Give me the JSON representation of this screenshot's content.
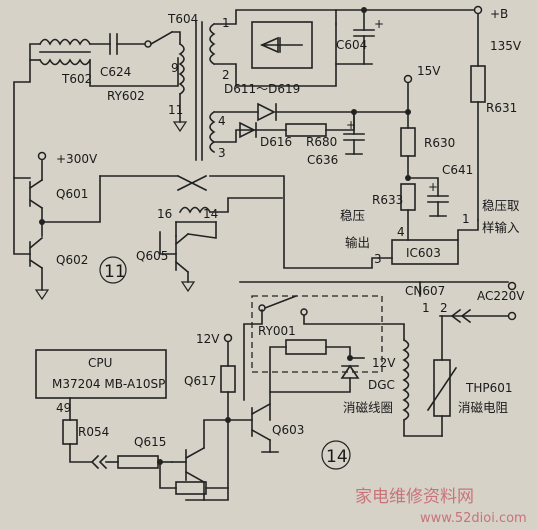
{
  "labels": {
    "t602": "T602",
    "c624": "C624",
    "ry602": "RY602",
    "t604": "T604",
    "pin1": "1",
    "pin2": "2",
    "pin9": "9",
    "pin11": "11",
    "pin4": "4",
    "pin3": "3",
    "pin16": "16",
    "pin14": "14",
    "c604": "C604",
    "b_plus": "+B",
    "v135": "135V",
    "r631": "R631",
    "v15": "15V",
    "d611_619": "D611～D619",
    "d616": "D616",
    "r680": "R680",
    "c636": "C636",
    "r630": "R630",
    "c641": "C641",
    "r633": "R633",
    "plus300v": "+300V",
    "q601": "Q601",
    "q602": "Q602",
    "q605": "Q605",
    "circle11": "11",
    "ic603": "IC603",
    "ic_pin4": "4",
    "ic_pin3": "3",
    "ic_pin1": "1",
    "reg_out_1": "稳压",
    "reg_out_2": "输出",
    "sample_in_1": "稳压取",
    "sample_in_2": "样输入",
    "cn607": "CN607",
    "ac220v": "AC220V",
    "cn_pin1": "1",
    "cn_pin2": "2",
    "ry001": "RY001",
    "v12_a": "12V",
    "v12_b": "12V",
    "cpu": "CPU",
    "cpu_model": "M37204 MB-A10SP",
    "pin49": "49",
    "r054": "R054",
    "q617": "Q617",
    "q615": "Q615",
    "q603": "Q603",
    "dgc": "DGC",
    "degauss_coil": "消磁线圈",
    "thp601": "THP601",
    "degauss_res": "消磁电阻",
    "circle14": "14"
  },
  "watermark": {
    "text": "家电维修资料网",
    "url": "www.52dioi.com"
  },
  "colors": {
    "background": "#d6d2c8",
    "ink": "#222222",
    "watermark": "#c8737a"
  }
}
